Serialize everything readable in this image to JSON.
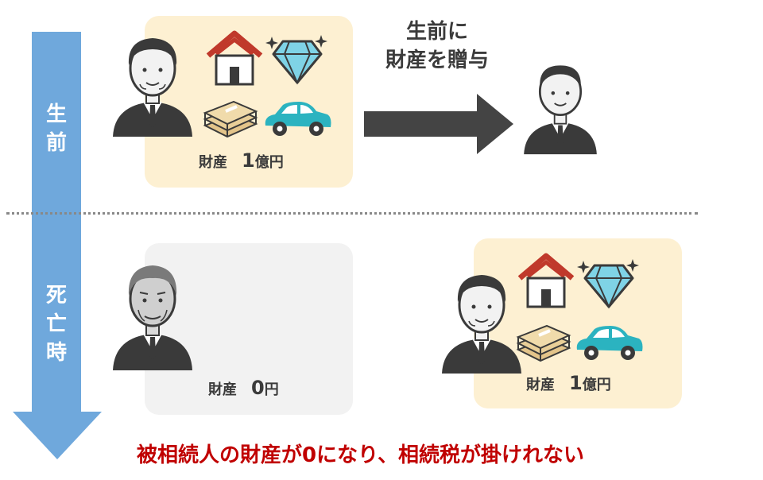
{
  "timeline": {
    "before_label": "生前",
    "death_label": "死亡時"
  },
  "top": {
    "asset_label": "財産",
    "asset_amount": "1",
    "asset_unit": "億円"
  },
  "gift": {
    "line1": "生前に",
    "line2": "財産を贈与"
  },
  "bottom_left": {
    "asset_label": "財産",
    "asset_amount": "0",
    "asset_unit": "円"
  },
  "bottom_right": {
    "asset_label": "財産",
    "asset_amount": "1",
    "asset_unit": "億円"
  },
  "conclusion": "被相続人の財産が0になり、相続税が掛けれない",
  "colors": {
    "timeline": "#6fa8dc",
    "panel_yellow": "#fdf0d2",
    "panel_gray": "#f2f2f2",
    "arrow": "#444444",
    "house_roof": "#c0392b",
    "car": "#2bb3c0",
    "diamond": "#7fd3e6",
    "conclusion": "#c00000"
  }
}
